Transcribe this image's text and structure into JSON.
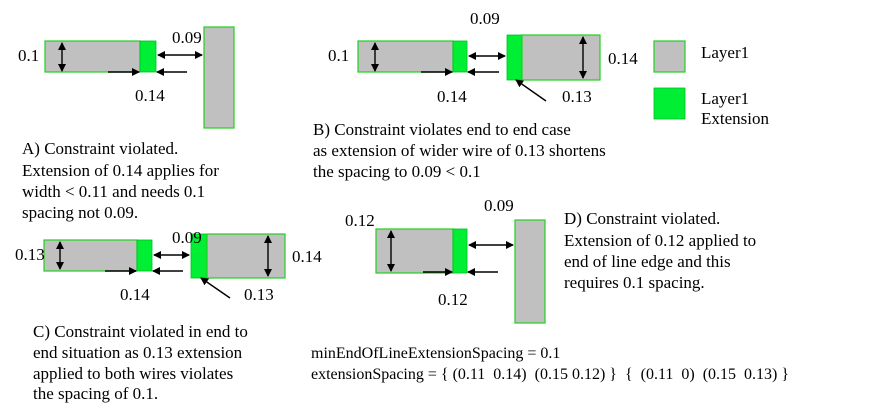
{
  "legend": {
    "layer_label": "Layer1",
    "extension_label_line1": "Layer1",
    "extension_label_line2": "Extension",
    "layer_color": "#c0c0c0",
    "layer_border_color": "#20d020",
    "extension_color": "#00ee33"
  },
  "panel_a": {
    "width_label": "0.1",
    "spacing_label": "0.09",
    "extension_label": "0.14",
    "caption": [
      "A) Constraint violated.",
      "Extension of 0.14 applies for",
      "width < 0.11 and needs 0.1",
      "spacing not 0.09."
    ]
  },
  "panel_b": {
    "width_label": "0.1",
    "spacing_label": "0.09",
    "wide_width_label": "0.14",
    "extension_label": "0.14",
    "wide_extension_label": "0.13",
    "caption": [
      "B) Constraint violates end to end case",
      "as extension of wider wire of 0.13 shortens",
      "the spacing to 0.09 < 0.1"
    ]
  },
  "panel_c": {
    "width_label": "0.13",
    "spacing_label": "0.09",
    "wide_width_label": "0.14",
    "extension_label": "0.14",
    "wide_extension_label": "0.13",
    "caption": [
      "C) Constraint violated in end to",
      "end situation as 0.13 extension",
      "applied to both wires violates",
      "the spacing of 0.1."
    ]
  },
  "panel_d": {
    "width_label": "0.12",
    "spacing_label": "0.09",
    "extension_label": "0.12",
    "caption": [
      "D) Constraint violated.",
      "Extension of 0.12 applied to",
      "end of line edge and this",
      "requires 0.1 spacing."
    ]
  },
  "rules": {
    "line1": "minEndOfLineExtensionSpacing = 0.1",
    "line2": "extensionSpacing = { (0.11  0.14)  (0.15 0.12) }  {  (0.11  0)  (0.15  0.13) }"
  }
}
